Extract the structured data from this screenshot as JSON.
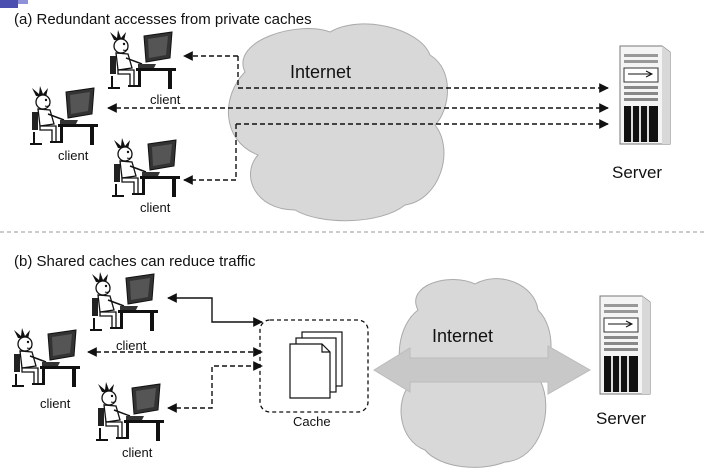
{
  "section_a": {
    "caption": "(a) Redundant accesses from private caches",
    "network_label": "Internet",
    "server_label": "Server",
    "client_labels": [
      "client",
      "client",
      "client"
    ]
  },
  "section_b": {
    "caption": "(b) Shared caches can reduce traffic",
    "network_label": "Internet",
    "cache_label": "Cache",
    "server_label": "Server",
    "client_labels": [
      "client",
      "client",
      "client"
    ]
  },
  "colors": {
    "cloud_fill": "#d8d8d8",
    "arrow_fill": "#c8c8c8",
    "line": "#111111",
    "accent": "#4b4fb0"
  }
}
